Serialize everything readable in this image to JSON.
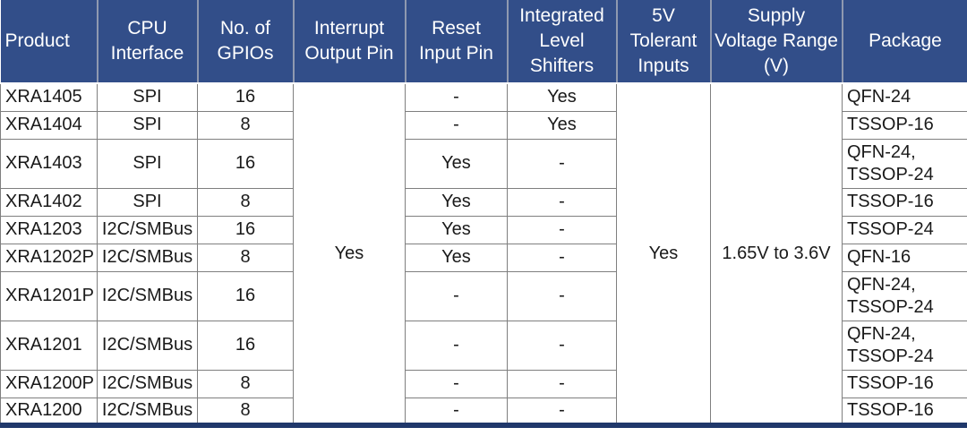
{
  "table": {
    "accent_color": "#324e89",
    "bottom_bar_color": "#20386b",
    "headers": [
      "Product",
      "CPU\nInterface",
      "No. of\nGPIOs",
      "Interrupt\nOutput Pin",
      "Reset\nInput Pin",
      "Integrated\nLevel\nShifters",
      "5V\nTolerant\nInputs",
      "Supply\nVoltage Range\n(V)",
      "Package"
    ],
    "merged": {
      "interrupt_output_pin": "Yes",
      "five_v_tolerant_inputs": "Yes",
      "supply_voltage_range": "1.65V to 3.6V"
    },
    "rows": [
      {
        "product": "XRA1405",
        "cpu_interface": "SPI",
        "gpios": "16",
        "reset_input_pin": "-",
        "level_shifters": "Yes",
        "package": "QFN-24"
      },
      {
        "product": "XRA1404",
        "cpu_interface": "SPI",
        "gpios": "8",
        "reset_input_pin": "-",
        "level_shifters": "Yes",
        "package": "TSSOP-16"
      },
      {
        "product": "XRA1403",
        "cpu_interface": "SPI",
        "gpios": "16",
        "reset_input_pin": "Yes",
        "level_shifters": "-",
        "package": "QFN-24,\nTSSOP-24"
      },
      {
        "product": "XRA1402",
        "cpu_interface": "SPI",
        "gpios": "8",
        "reset_input_pin": "Yes",
        "level_shifters": "-",
        "package": "TSSOP-16"
      },
      {
        "product": "XRA1203",
        "cpu_interface": "I2C/SMBus",
        "gpios": "16",
        "reset_input_pin": "Yes",
        "level_shifters": "-",
        "package": "TSSOP-24"
      },
      {
        "product": "XRA1202P",
        "cpu_interface": "I2C/SMBus",
        "gpios": "8",
        "reset_input_pin": "Yes",
        "level_shifters": "-",
        "package": "QFN-16"
      },
      {
        "product": "XRA1201P",
        "cpu_interface": "I2C/SMBus",
        "gpios": "16",
        "reset_input_pin": "-",
        "level_shifters": "-",
        "package": "QFN-24,\nTSSOP-24"
      },
      {
        "product": "XRA1201",
        "cpu_interface": "I2C/SMBus",
        "gpios": "16",
        "reset_input_pin": "-",
        "level_shifters": "-",
        "package": "QFN-24,\nTSSOP-24"
      },
      {
        "product": "XRA1200P",
        "cpu_interface": "I2C/SMBus",
        "gpios": "8",
        "reset_input_pin": "-",
        "level_shifters": "-",
        "package": "TSSOP-16"
      },
      {
        "product": "XRA1200",
        "cpu_interface": "I2C/SMBus",
        "gpios": "8",
        "reset_input_pin": "-",
        "level_shifters": "-",
        "package": "TSSOP-16"
      }
    ]
  }
}
